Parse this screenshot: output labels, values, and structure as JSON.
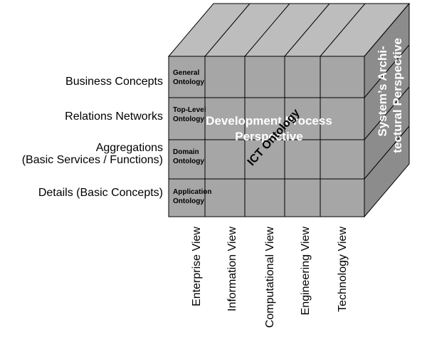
{
  "rows": [
    {
      "label": "Business Concepts",
      "ontology": [
        "General",
        "Ontology"
      ]
    },
    {
      "label": "Relations Networks",
      "ontology": [
        "Top-Level",
        "Ontology"
      ]
    },
    {
      "label_lines": [
        "Aggregations",
        "(Basic Services / Functions)"
      ],
      "ontology": [
        "Domain",
        "Ontology"
      ]
    },
    {
      "label": "Details (Basic Concepts)",
      "ontology": [
        "Application",
        "Ontology"
      ]
    }
  ],
  "views": [
    "Enterprise View",
    "Information View",
    "Computational View",
    "Engineering View",
    "Technology View"
  ],
  "front_perspective": [
    "Development Process",
    "Perspective"
  ],
  "center_label": "ICT Ontology",
  "side_perspective": [
    "System’s Archi-",
    "tectural Perspective"
  ],
  "colors": {
    "front": "#a6a6a6",
    "top": "#bdbdbd",
    "side": "#8c8c8c",
    "line": "#000000"
  }
}
